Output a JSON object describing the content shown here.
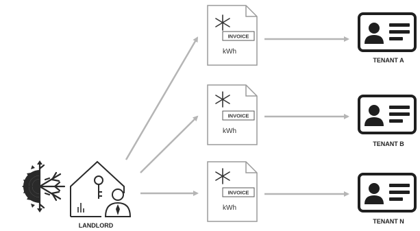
{
  "landlord": {
    "label": "LANDLORD"
  },
  "invoices": [
    {
      "tag": "INVOICE",
      "unit": "kWh"
    },
    {
      "tag": "INVOICE",
      "unit": "kWh"
    },
    {
      "tag": "INVOICE",
      "unit": "kWh"
    }
  ],
  "tenants": [
    {
      "label": "TENANT A"
    },
    {
      "label": "TENANT B"
    },
    {
      "label": "TENANT N"
    }
  ],
  "colors": {
    "arrow": "#b5b5b5",
    "invoice_outline": "#9a9a9a",
    "icon_dark": "#1f1f1f"
  }
}
